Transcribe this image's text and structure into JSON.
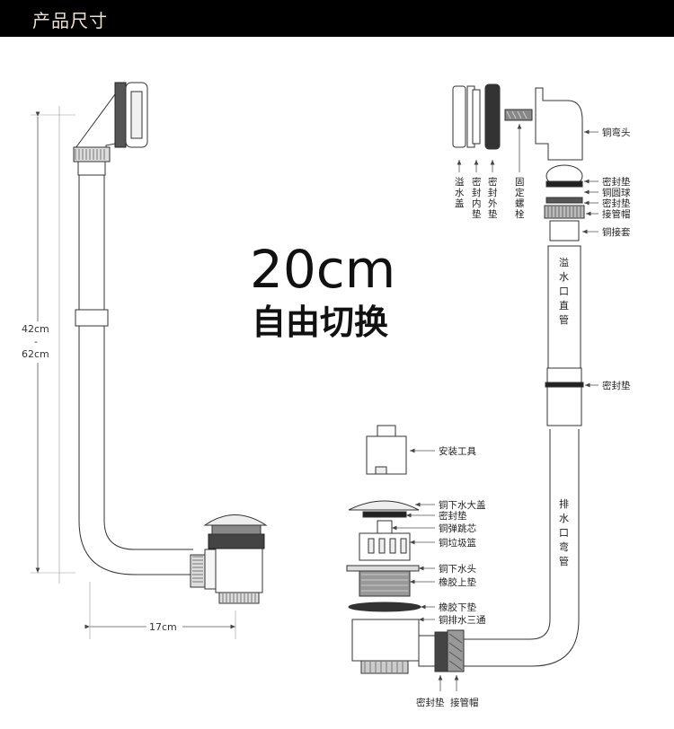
{
  "header": {
    "title": "产品尺寸"
  },
  "headline": {
    "size": "20cm",
    "caption": "自由切换"
  },
  "dimensions": {
    "height_top": "42cm",
    "height_sep": "-",
    "height_bottom": "62cm",
    "width": "17cm"
  },
  "parts_top": [
    {
      "key": "overflow-cover",
      "label": "溢水盖"
    },
    {
      "key": "inner-seal",
      "label": "密封内垫"
    },
    {
      "key": "outer-seal",
      "label": "密封外垫"
    },
    {
      "key": "fixing-bolt",
      "label": "固定螺栓"
    }
  ],
  "parts_right": {
    "copper_elbow": "铜弯头",
    "seal_1": "密封垫",
    "copper_ball": "铜圆球",
    "seal_2": "密封垫",
    "pipe_cap": "接管帽",
    "copper_sleeve": "铜接套",
    "seal_mid": "密封垫"
  },
  "pipes": {
    "overflow_pipe": "溢水口直管",
    "drain_pipe": "排水口弯管"
  },
  "tool": {
    "label": "安装工具"
  },
  "parts_drain": [
    {
      "key": "drain-cap",
      "label": "铜下水大盖"
    },
    {
      "key": "drain-seal",
      "label": "密封垫"
    },
    {
      "key": "spring-core",
      "label": "铜弹跳芯"
    },
    {
      "key": "strainer",
      "label": "铜垃圾篮"
    },
    {
      "key": "drain-head",
      "label": "铜下水头"
    },
    {
      "key": "rubber-upper",
      "label": "橡胶上垫"
    },
    {
      "key": "rubber-lower",
      "label": "橡胶下垫"
    },
    {
      "key": "tee",
      "label": "铜排水三通"
    }
  ],
  "parts_bottom": {
    "seal": "密封垫",
    "pipe_cap": "接管帽"
  }
}
